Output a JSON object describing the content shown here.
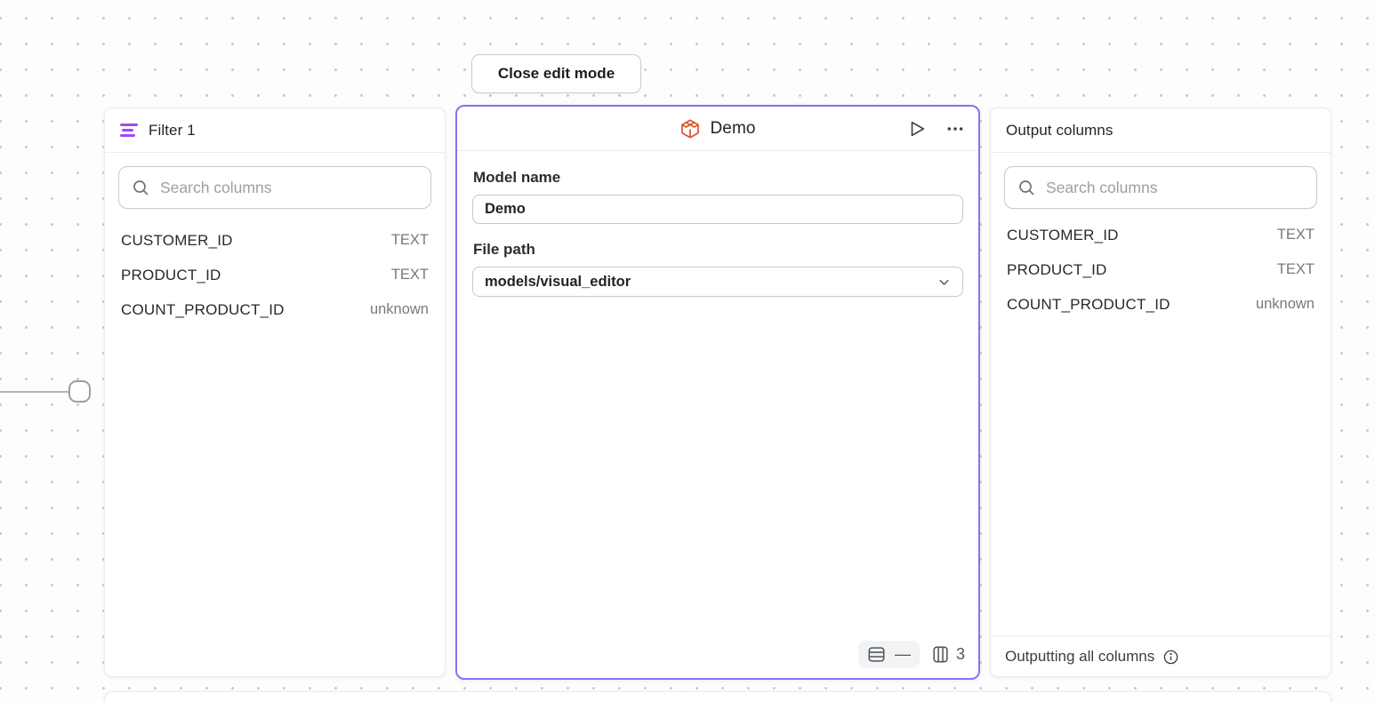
{
  "colors": {
    "accent_border": "#8674EE",
    "filter_icon_purple": "#9B4BF0",
    "model_icon_orange": "#E4502A"
  },
  "toolbar": {
    "close_button_label": "Close edit mode"
  },
  "filter_panel": {
    "title": "Filter 1",
    "search_placeholder": "Search columns",
    "columns": [
      {
        "name": "CUSTOMER_ID",
        "type": "TEXT"
      },
      {
        "name": "PRODUCT_ID",
        "type": "TEXT"
      },
      {
        "name": "COUNT_PRODUCT_ID",
        "type": "unknown"
      }
    ]
  },
  "model_panel": {
    "title": "Demo",
    "model_name_label": "Model name",
    "model_name_value": "Demo",
    "file_path_label": "File path",
    "file_path_value": "models/visual_editor",
    "row_count": "—",
    "column_count": "3"
  },
  "output_panel": {
    "title": "Output columns",
    "search_placeholder": "Search columns",
    "columns": [
      {
        "name": "CUSTOMER_ID",
        "type": "TEXT"
      },
      {
        "name": "PRODUCT_ID",
        "type": "TEXT"
      },
      {
        "name": "COUNT_PRODUCT_ID",
        "type": "unknown"
      }
    ],
    "footer_text": "Outputting all columns"
  }
}
